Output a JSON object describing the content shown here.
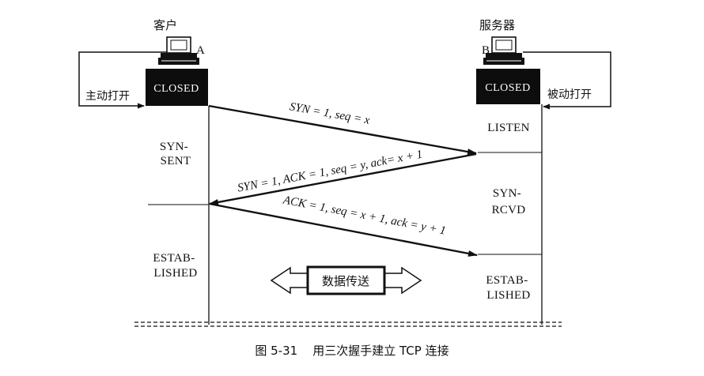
{
  "client": {
    "title": "客户",
    "host_letter": "A",
    "initial_state": "CLOSED",
    "open_action": "主动打开",
    "states": [
      [
        "SYN-",
        "SENT"
      ],
      [
        "ESTAB-",
        "LISHED"
      ]
    ]
  },
  "server": {
    "title": "服务器",
    "host_letter": "B",
    "initial_state": "CLOSED",
    "open_action": "被动打开",
    "states": [
      [
        "LISTEN"
      ],
      [
        "SYN-",
        "RCVD"
      ],
      [
        "ESTAB-",
        "LISHED"
      ]
    ]
  },
  "messages": [
    {
      "text": "SYN = 1, seq = x",
      "direction": "client-to-server"
    },
    {
      "text": "SYN = 1, ACK = 1, seq = y, ack= x + 1",
      "direction": "server-to-client"
    },
    {
      "text": "ACK = 1, seq = x + 1, ack = y + 1",
      "direction": "client-to-server"
    }
  ],
  "data_transfer_label": "数据传送",
  "caption": "图 5-31    用三次握手建立 TCP 连接",
  "colors": {
    "ink": "#111111",
    "state_box": "#0d0d0d",
    "background": "#ffffff"
  }
}
